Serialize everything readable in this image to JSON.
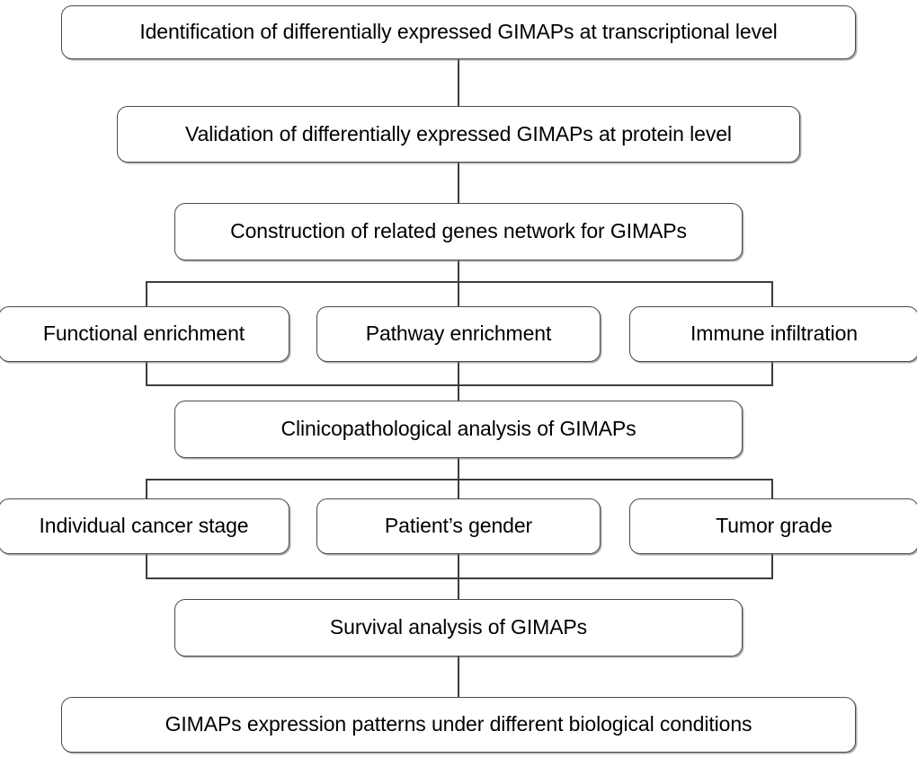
{
  "diagram": {
    "title": "GIMAPs study workflow flowchart",
    "line_color": "#3c3c3c",
    "box_border_color": "#4a4a4a",
    "box_fill_color": "#ffffff",
    "text_color": "#000000",
    "background_color": "#ffffff"
  },
  "nodes": {
    "step1": {
      "label": "Identification of differentially expressed GIMAPs at transcriptional level"
    },
    "step2": {
      "label": "Validation of differentially expressed GIMAPs at protein level"
    },
    "step3": {
      "label": "Construction of related genes network for GIMAPs"
    },
    "branch1_left": {
      "label": "Functional enrichment"
    },
    "branch1_center": {
      "label": "Pathway enrichment"
    },
    "branch1_right": {
      "label": "Immune infiltration"
    },
    "step4": {
      "label": "Clinicopathological analysis of GIMAPs"
    },
    "branch2_left": {
      "label": "Individual cancer stage"
    },
    "branch2_center": {
      "label": "Patient’s gender"
    },
    "branch2_right": {
      "label": "Tumor grade"
    },
    "step5": {
      "label": "Survival analysis of GIMAPs"
    },
    "step6": {
      "label": "GIMAPs expression patterns under different biological conditions"
    }
  }
}
